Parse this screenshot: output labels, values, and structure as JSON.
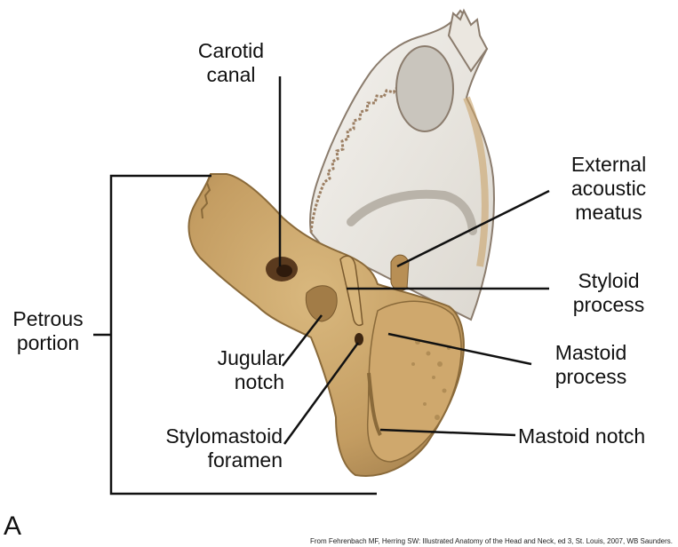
{
  "labels": {
    "carotid_canal": [
      "Carotid",
      "canal"
    ],
    "external_acoustic_meatus": [
      "External",
      "acoustic",
      "meatus"
    ],
    "styloid_process": [
      "Styloid",
      "process"
    ],
    "mastoid_process": [
      "Mastoid",
      "process"
    ],
    "mastoid_notch": "Mastoid notch",
    "petrous_portion": [
      "Petrous",
      "portion"
    ],
    "jugular_notch": [
      "Jugular",
      "notch"
    ],
    "stylomastoid_foramen": [
      "Stylomastoid",
      "foramen"
    ]
  },
  "panel_letter": "A",
  "credit": "From Fehrenbach MF, Herring SW: Illustrated Anatomy of the Head and Neck, ed 3, St. Louis, 2007, WB Saunders.",
  "colors": {
    "bone_tan": "#c9a46a",
    "bone_shadow": "#8a6a3a",
    "squama_white": "#f1efea",
    "outline": "#8b7c6d",
    "leader_line": "#111111"
  }
}
